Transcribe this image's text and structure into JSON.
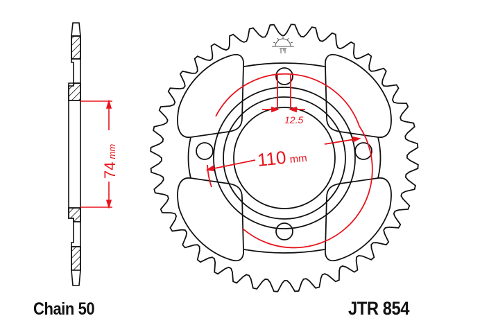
{
  "diagram": {
    "type": "rear-sprocket-technical-drawing",
    "part_number": "JTR 854",
    "chain": "Chain 50",
    "teeth_count_approx": 40,
    "dimensions": {
      "hub_height": {
        "value": "74",
        "unit": "mm"
      },
      "pcd": {
        "value": "110",
        "unit": "mm"
      },
      "bolt_hole": {
        "value": "12.5"
      }
    },
    "bolt_holes": 4,
    "lightening_cutouts": 4,
    "logo_icon": "sun-logo-icon",
    "colors": {
      "outline": "#111111",
      "dimension": "#e8141c",
      "background": "#ffffff"
    }
  }
}
